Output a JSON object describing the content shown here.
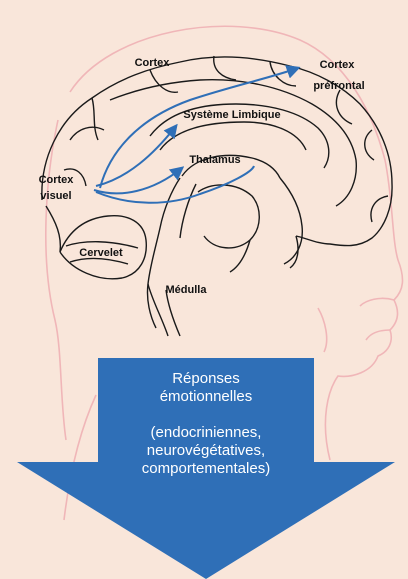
{
  "labels": {
    "cortex": "Cortex",
    "cortex_prefrontal_line1": "Cortex",
    "cortex_prefrontal_line2": "préfrontal",
    "systeme_limbique": "Système Limbique",
    "thalamus": "Thalamus",
    "cortex_visuel_line1": "Cortex",
    "cortex_visuel_line2": "visuel",
    "cervelet": "Cervelet",
    "medulla": "Médulla"
  },
  "response": {
    "title_line1": "Réponses",
    "title_line2": "émotionnelles",
    "detail_line1": "(endocriniennes,",
    "detail_line2": "neurovégétatives,",
    "detail_line3": "comportementales)"
  },
  "colors": {
    "background": "#f9e6da",
    "head_outline": "#f0b6b8",
    "brain_outline": "#1a1a1a",
    "arrow_path": "#2f6fb7",
    "response_arrow": "#2f6fb7",
    "response_text": "#ffffff"
  }
}
